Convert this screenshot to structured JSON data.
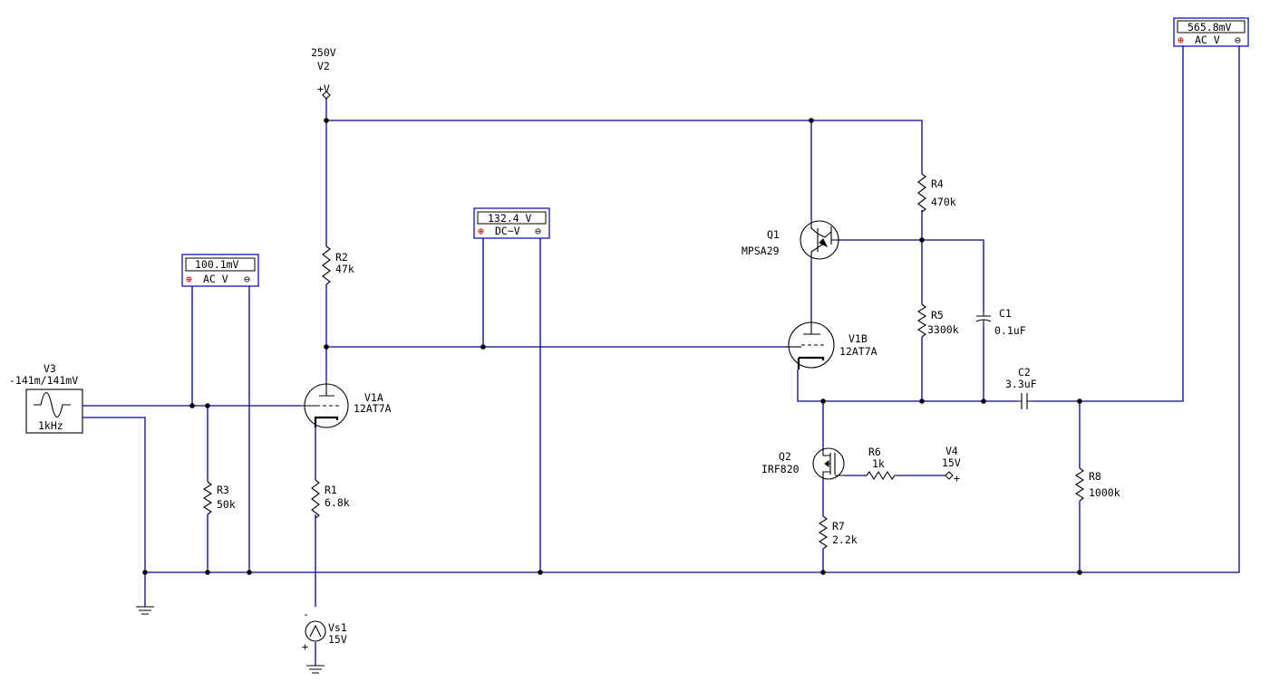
{
  "meters": {
    "m1": {
      "reading": "100.1mV",
      "mode": "AC  V"
    },
    "m2": {
      "reading": "132.4 V",
      "mode": "DC~V"
    },
    "m3": {
      "reading": "565.8mV",
      "mode": "AC  V"
    },
    "plus": "⊕",
    "minus": "⊖"
  },
  "v2": {
    "value": "250V",
    "ref": "V2",
    "label": "+V"
  },
  "v3": {
    "ref": "V3",
    "value": "-141m/141mV",
    "freq": "1kHz"
  },
  "v1a": {
    "ref": "V1A",
    "type": "12AT7A"
  },
  "v1b": {
    "ref": "V1B",
    "type": "12AT7A"
  },
  "r1": {
    "ref": "R1",
    "value": "6.8k"
  },
  "r2": {
    "ref": "R2",
    "value": "47k"
  },
  "r3": {
    "ref": "R3",
    "value": "50k"
  },
  "r4": {
    "ref": "R4",
    "value": "470k"
  },
  "r5": {
    "ref": "R5",
    "value": "3300k"
  },
  "r6": {
    "ref": "R6",
    "value": "1k"
  },
  "r7": {
    "ref": "R7",
    "value": "2.2k"
  },
  "r8": {
    "ref": "R8",
    "value": "1000k"
  },
  "c1": {
    "ref": "C1",
    "value": "0.1uF"
  },
  "c2": {
    "ref": "C2",
    "value": "3.3uF"
  },
  "q1": {
    "ref": "Q1",
    "type": "MPSA29"
  },
  "q2": {
    "ref": "Q2",
    "type": "IRF820"
  },
  "v4": {
    "ref": "V4",
    "value": "15V"
  },
  "vs1": {
    "ref": "Vs1",
    "value": "15V",
    "minus": "-",
    "plus": "+"
  }
}
